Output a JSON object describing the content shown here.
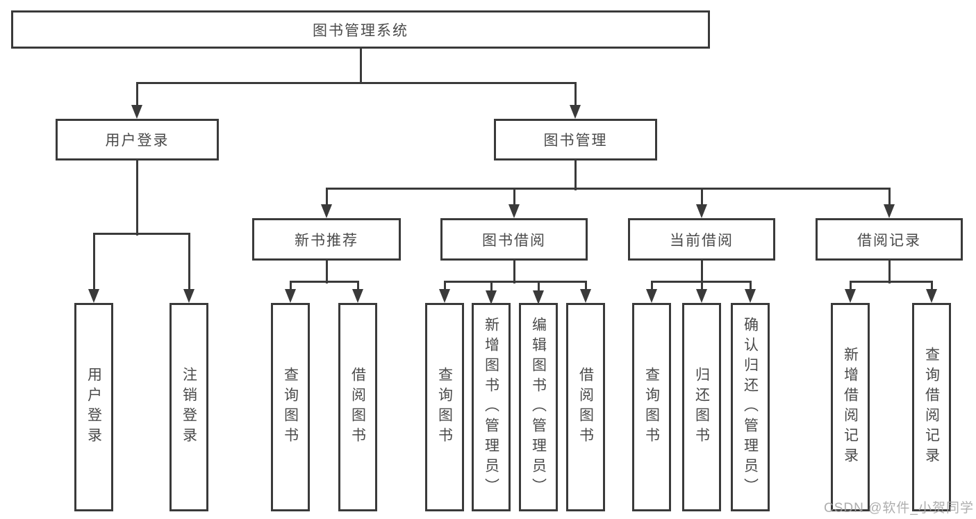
{
  "diagram": {
    "root": {
      "label": "图书管理系统",
      "children": [
        {
          "label": "用户登录",
          "children": [
            {
              "label": "用户登录"
            },
            {
              "label": "注销登录"
            }
          ]
        },
        {
          "label": "图书管理",
          "children": [
            {
              "label": "新书推荐",
              "children": [
                {
                  "label": "查询图书"
                },
                {
                  "label": "借阅图书"
                }
              ]
            },
            {
              "label": "图书借阅",
              "children": [
                {
                  "label": "查询图书"
                },
                {
                  "label": "新增图书（管理员）"
                },
                {
                  "label": "编辑图书（管理员）"
                },
                {
                  "label": "借阅图书"
                }
              ]
            },
            {
              "label": "当前借阅",
              "children": [
                {
                  "label": "查询图书"
                },
                {
                  "label": "归还图书"
                },
                {
                  "label": "确认归还（管理员）"
                }
              ]
            },
            {
              "label": "借阅记录",
              "children": [
                {
                  "label": "新增借阅记录"
                },
                {
                  "label": "查询借阅记录"
                }
              ]
            }
          ]
        }
      ]
    }
  },
  "watermark": {
    "text": "CSDN @软件_小贺同学"
  },
  "colors": {
    "line": "#3a3a3a",
    "node_text": "#4a4a4a",
    "background": "#ffffff",
    "watermark_text": "#a5a5a5"
  }
}
